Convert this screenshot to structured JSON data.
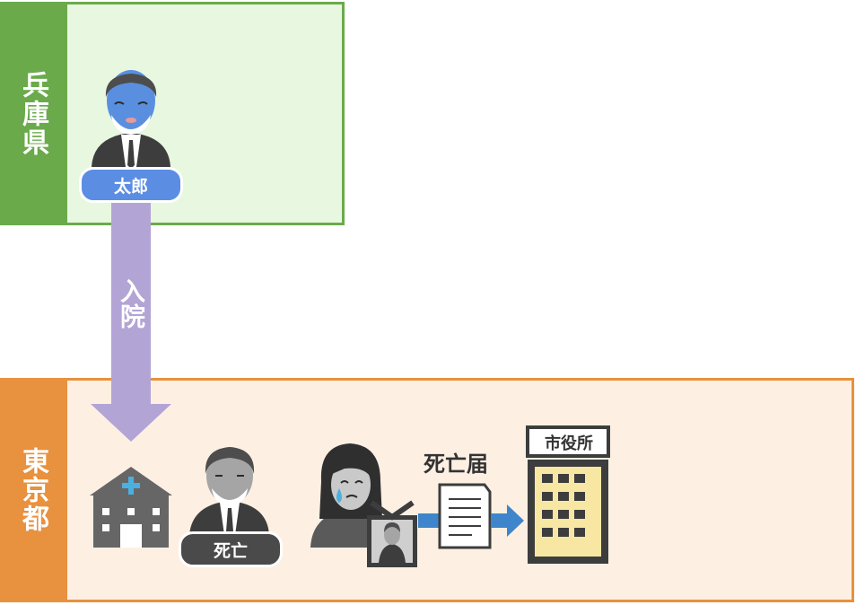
{
  "regions": {
    "hyogo": {
      "label": "兵庫県",
      "color": "#6aaa4b",
      "fill": "#e8f7e0"
    },
    "tokyo": {
      "label": "東京都",
      "color": "#e8913e",
      "fill": "#fdf0e3"
    }
  },
  "people": {
    "taro": {
      "label": "太郎",
      "pill_color": "#5b8de3"
    },
    "deceased": {
      "label": "死亡",
      "pill_color": "#4a4a4a"
    }
  },
  "flow": {
    "hospitalization_label": "入院",
    "arrow_color": "#b3a4d6"
  },
  "document": {
    "label": "死亡届"
  },
  "office": {
    "sign": "市役所",
    "window_color": "#f7e7a3"
  },
  "icons": [
    "hospital-icon",
    "sick-man-icon",
    "deceased-man-icon",
    "grieving-woman-icon",
    "memorial-portrait-icon",
    "document-icon",
    "city-hall-icon"
  ]
}
